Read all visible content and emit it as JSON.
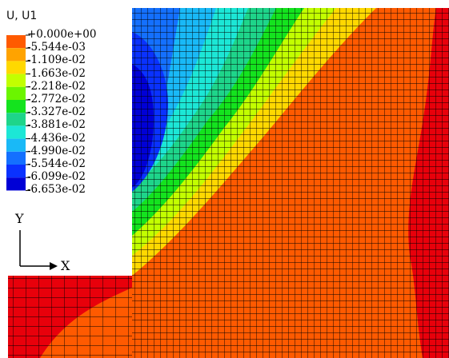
{
  "legend": {
    "title": "U, U1",
    "values": [
      "+0.000e+00",
      "-5.544e-03",
      "-1.109e-02",
      "-1.663e-02",
      "-2.218e-02",
      "-2.772e-02",
      "-3.327e-02",
      "-3.881e-02",
      "-4.436e-02",
      "-4.990e-02",
      "-5.544e-02",
      "-6.099e-02",
      "-6.653e-02"
    ],
    "colors": [
      "#e8000b",
      "#ff5a00",
      "#ffa300",
      "#ffd800",
      "#c2ff00",
      "#6bf500",
      "#14e31e",
      "#1ed58a",
      "#1ce7d6",
      "#19b9f7",
      "#1470ff",
      "#0a32ff",
      "#0000d6"
    ]
  },
  "triad": {
    "y_label": "Y",
    "x_label": "X"
  },
  "contour_colors": {
    "red": "#e8000b",
    "orange_red": "#ff5a00",
    "orange": "#ff7d00",
    "yellow": "#ffd800",
    "lime": "#c2ff00",
    "green": "#14e31e",
    "teal": "#1ed58a",
    "cyan": "#1ce7d6",
    "light_blue": "#19b9f7",
    "blue": "#1470ff",
    "dark_blue": "#0a32ff",
    "navy": "#0000d6",
    "mesh": "#000000"
  }
}
